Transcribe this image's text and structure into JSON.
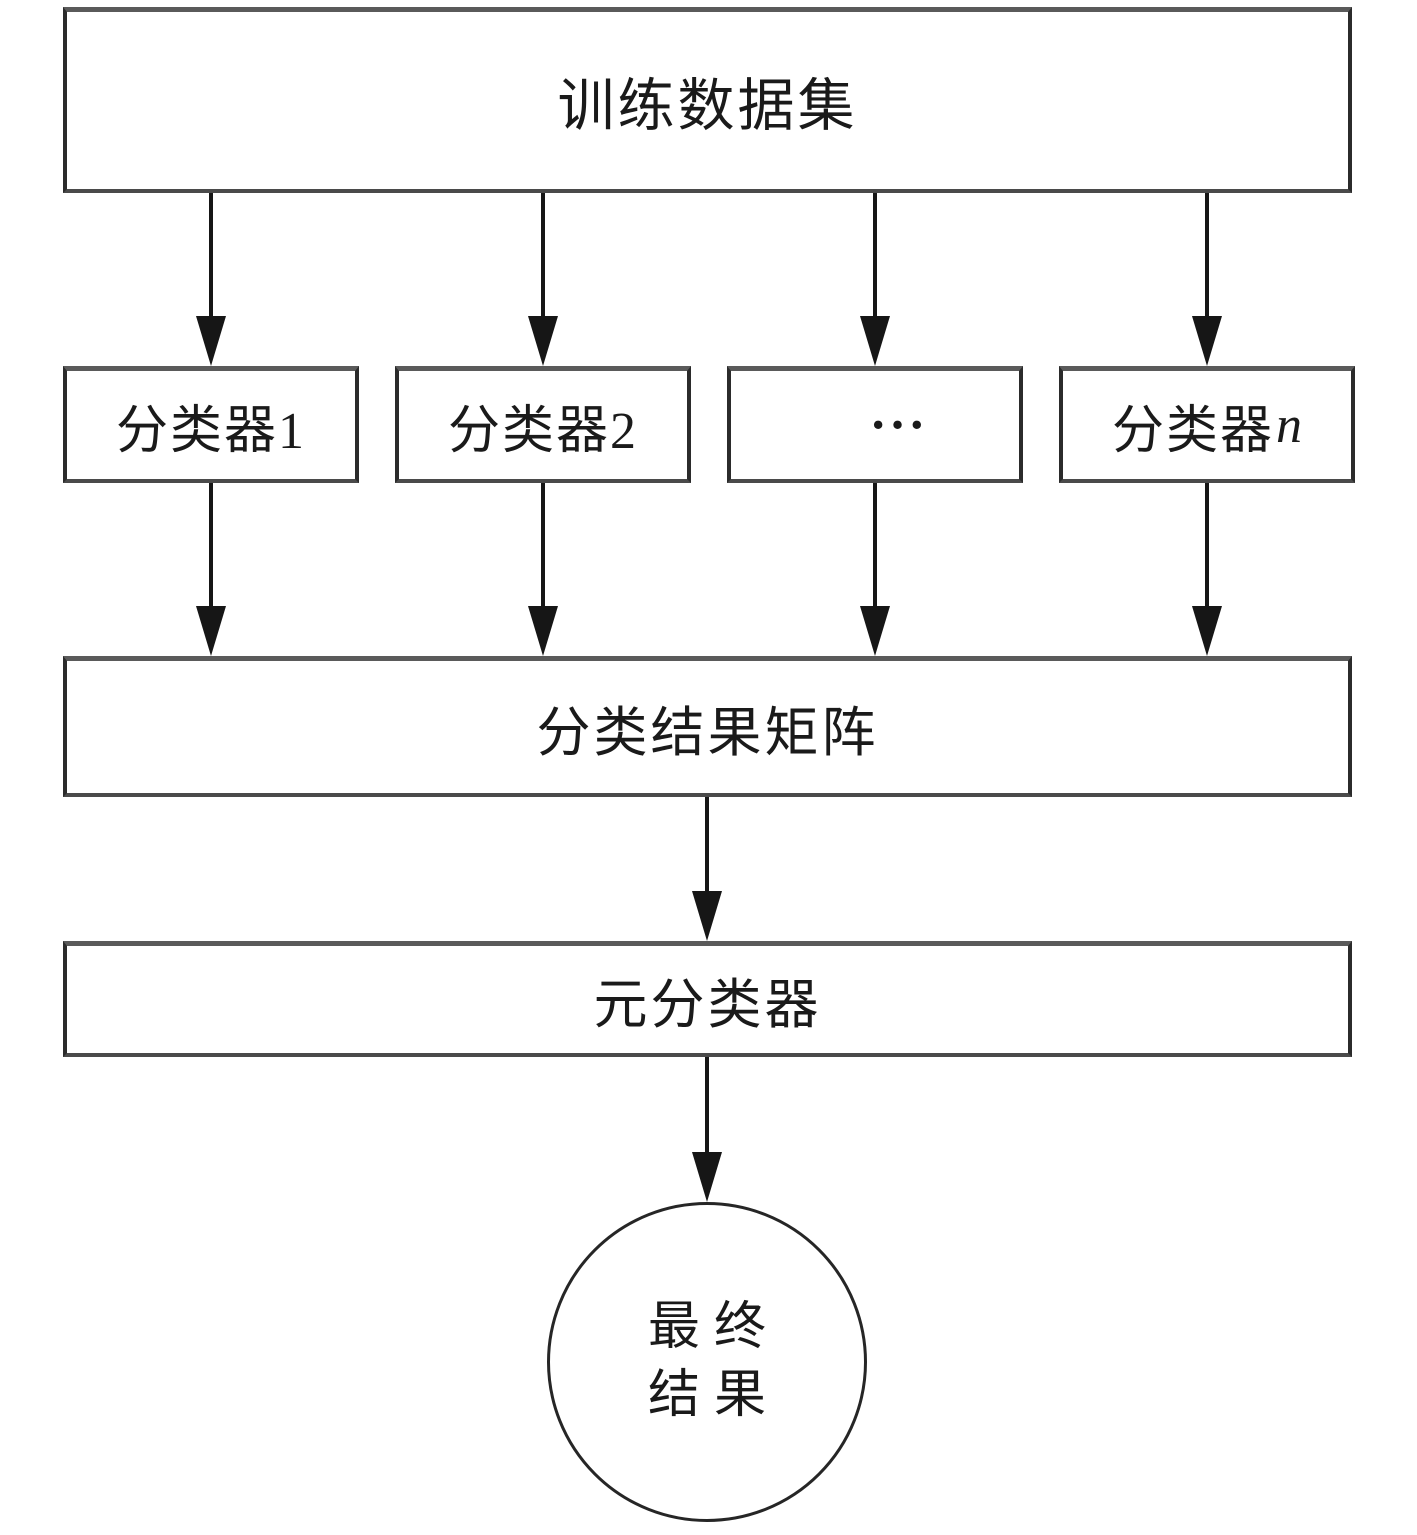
{
  "colors": {
    "background": "#ffffff",
    "line": "#161616",
    "border": "#2b2b2b",
    "text": "#1a1a1a"
  },
  "diagram": {
    "training_dataset": {
      "label": "训练数据集"
    },
    "classifiers": [
      {
        "label": "分类器1"
      },
      {
        "label": "分类器2"
      },
      {
        "label": "···"
      },
      {
        "label": "分类器",
        "suffix": "n"
      }
    ],
    "result_matrix": {
      "label": "分类结果矩阵"
    },
    "meta_classifier": {
      "label": "元分类器"
    },
    "final_result": {
      "line1": "最终",
      "line2": "结果"
    }
  }
}
